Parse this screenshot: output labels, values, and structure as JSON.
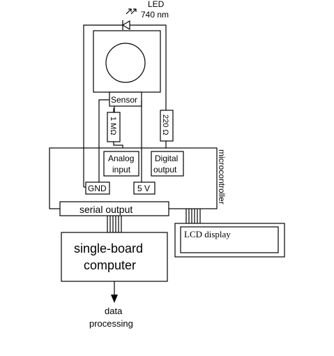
{
  "led": {
    "label_line1": "LED",
    "label_line2": "740 nm"
  },
  "sensor": {
    "label": "Sensor"
  },
  "resistors": {
    "r1": "1 MΩ",
    "r2": "220 Ω"
  },
  "microcontroller": {
    "label": "microcontroller",
    "analog_line1": "Analog",
    "analog_line2": "input",
    "digital_line1": "Digital",
    "digital_line2": "output",
    "gnd": "GND",
    "v5": "5 V",
    "serial": "serial output"
  },
  "lcd": {
    "label": "LCD display"
  },
  "computer": {
    "line1": "single-board",
    "line2": "computer"
  },
  "output": {
    "line1": "data",
    "line2": "processing"
  }
}
